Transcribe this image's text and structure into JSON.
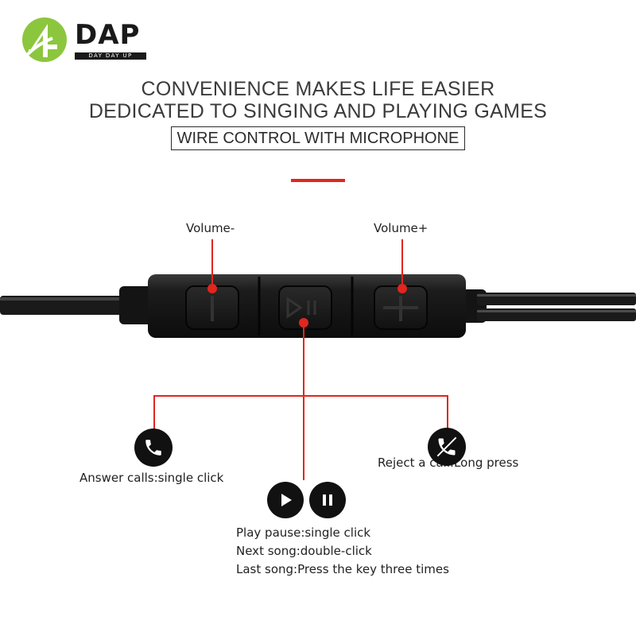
{
  "brand": {
    "name": "DAP",
    "tagline": "DAY DAY UP",
    "logo_color": "#8cc63f"
  },
  "headline": {
    "line1": "CONVENIENCE MAKES LIFE EASIER",
    "line2": "DEDICATED TO SINGING AND PLAYING GAMES",
    "boxed": "WIRE CONTROL WITH MICROPHONE"
  },
  "accent_color": "#e0261f",
  "controls": {
    "volume_minus": "Volume-",
    "volume_plus": "Volume+"
  },
  "functions": {
    "answer": "Answer calls:single click",
    "reject": "Reject a call:Long press",
    "play_lines": [
      "Play pause:single click",
      "Next song:double-click",
      "Last song:Press the key three times"
    ]
  },
  "icons": [
    "phone-icon",
    "reject-call-icon",
    "play-icon",
    "pause-icon"
  ]
}
